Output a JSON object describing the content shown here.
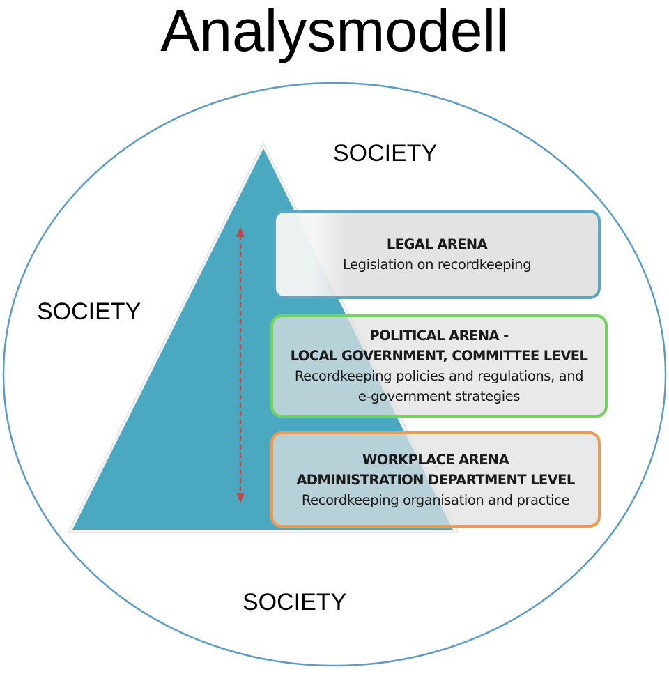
{
  "title": "Analysmodell",
  "society_labels": {
    "top": "SOCIETY",
    "left": "SOCIETY",
    "bottom": "SOCIETY"
  },
  "arenas": [
    {
      "heading_lines": [
        "LEGAL ARENA"
      ],
      "description_lines": [
        "Legislation on recordkeeping"
      ],
      "border_color": "#5aa7c7"
    },
    {
      "heading_lines": [
        "POLITICAL ARENA -",
        "LOCAL GOVERNMENT, COMMITTEE LEVEL"
      ],
      "description_lines": [
        "Recordkeeping policies and regulations, and",
        "e-government strategies"
      ],
      "border_color": "#6fd45a"
    },
    {
      "heading_lines": [
        "WORKPLACE ARENA",
        "ADMINISTRATION DEPARTMENT LEVEL"
      ],
      "description_lines": [
        "Recordkeeping organisation and practice"
      ],
      "border_color": "#ee9a52"
    }
  ],
  "colors": {
    "pyramid_fill": "#4ba8c1",
    "ellipse_stroke": "#5b9bc8",
    "arrow_color": "#b84a4a"
  }
}
